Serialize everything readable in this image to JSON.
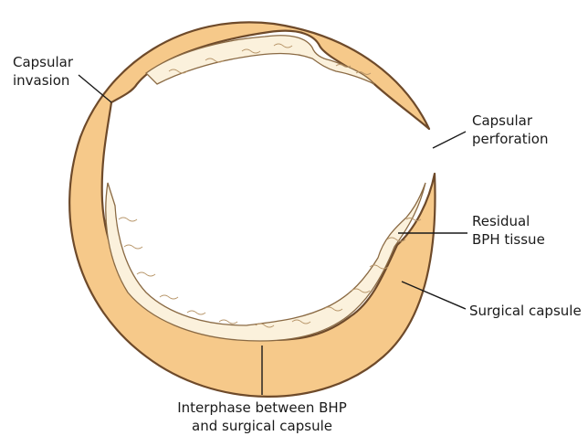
{
  "labels": {
    "capsular_invasion": [
      "Capsular",
      "invasion"
    ],
    "capsular_perforation": [
      "Capsular",
      "perforation"
    ],
    "residual_bph": [
      "Residual",
      "BPH tissue"
    ],
    "surgical_capsule": [
      "Surgical capsule"
    ],
    "interphase": [
      "Interphase between BHP",
      "and surgical capsule"
    ]
  },
  "colors": {
    "capsule_fill": "#f6c98a",
    "capsule_stroke": "#6e4a2a",
    "residual_tissue_fill": "#fbf1dc",
    "fiber_stroke": "#b8966a",
    "leader_line": "#1a1a1a"
  }
}
